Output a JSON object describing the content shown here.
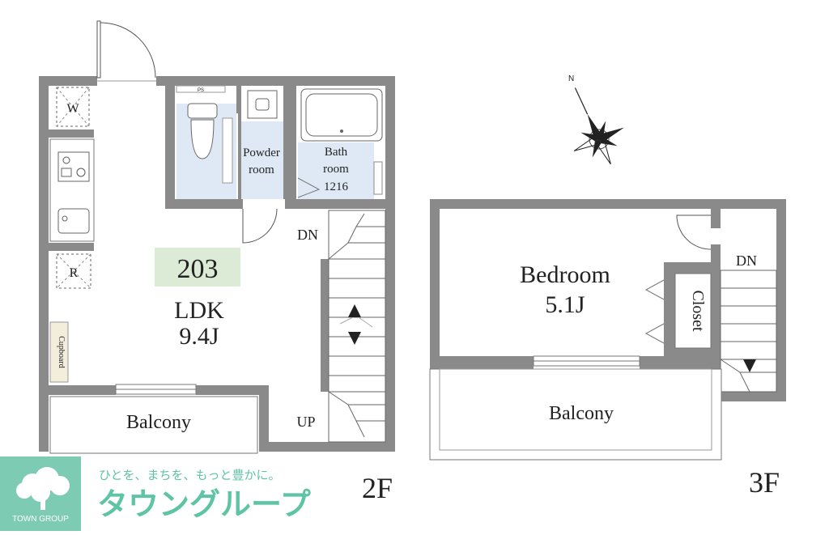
{
  "floor2": {
    "unit_number": "203",
    "ldk": {
      "label": "LDK",
      "size": "9.4J"
    },
    "powder_room": [
      "Powder",
      "room"
    ],
    "bathroom": [
      "Bath",
      "room",
      "1216"
    ],
    "washer": "W",
    "fridge": "R",
    "cupboard": "Cupboard",
    "pipe_space": "PS",
    "stair_down": "DN",
    "stair_up": "UP",
    "balcony": "Balcony",
    "floor_label": "2F"
  },
  "floor3": {
    "bedroom": {
      "label": "Bedroom",
      "size": "5.1J"
    },
    "closet": "Closet",
    "stair_down": "DN",
    "balcony": "Balcony",
    "floor_label": "3F"
  },
  "compass": {
    "north": "N"
  },
  "brand": {
    "slogan": "ひとを、まちを、もっと豊かに。",
    "name_jp": "タウングループ",
    "name_en": "TOWN GROUP",
    "color": "#5fc4a4",
    "logo_bg": "#7ccbb2"
  },
  "colors": {
    "wall": "#8a8a8a",
    "wet_area": "#dfe9f5",
    "unit_badge": "#dcebd6",
    "cupboard": "#f3eddc"
  }
}
